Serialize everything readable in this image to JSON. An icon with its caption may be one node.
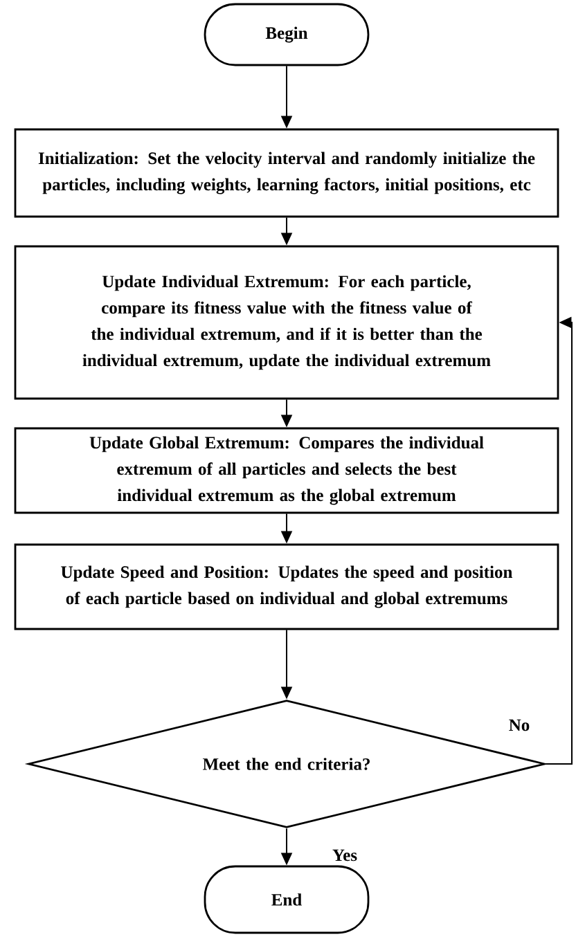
{
  "diagram": {
    "nodes": [
      {
        "text": [
          "Begin"
        ]
      },
      {
        "text": [
          "Initialization: Set the velocity interval and randomly initialize the particles, including weights, learning factors, initial positions, etc"
        ]
      },
      {
        "text": [
          "Update Individual Extremum: For each particle, compare its fitness value with the fitness value of the individual extremum, and if it is better than the individual extremum, update the individual extremum"
        ]
      },
      {
        "text": [
          "Update Global Extremum: Compares the individual extremum of all particles and selects the best individual extremum as the global extremum"
        ]
      },
      {
        "text": [
          "Update Speed and Position: Updates the speed and position of each particle based on individual and global extremums"
        ]
      },
      {
        "text": [
          "Meet the end criteria?"
        ]
      },
      {
        "text": [
          "End"
        ]
      }
    ],
    "edges": [
      {
        "from": 0,
        "to": 1,
        "arrow": "to"
      },
      {
        "from": 1,
        "to": 2,
        "arrow": "to"
      },
      {
        "from": 2,
        "to": 3,
        "arrow": "to"
      },
      {
        "from": 3,
        "to": 4,
        "arrow": "to"
      },
      {
        "from": 4,
        "to": 5,
        "arrow": "to"
      },
      {
        "from": 5,
        "to": 6,
        "arrow": "to",
        "label": "Yes"
      },
      {
        "from": 5,
        "to": 2,
        "arrow": "to",
        "label": "No"
      }
    ]
  }
}
